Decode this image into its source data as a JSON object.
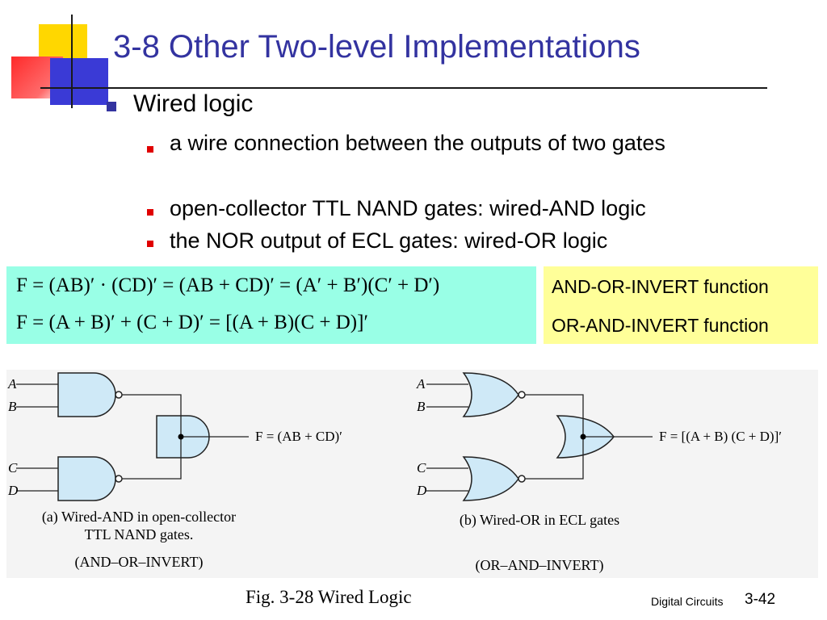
{
  "slide": {
    "title": "3-8 Other Two-level Implementations",
    "main_bullet": "Wired logic",
    "sub_bullets": [
      "a wire connection between the outputs of two gates",
      "open-collector TTL NAND gates: wired-AND logic",
      "the NOR output of ECL gates: wired-OR logic"
    ]
  },
  "equations": {
    "eq1": "F = (AB)′ · (CD)′ = (AB + CD)′ = (A′ + B′)(C′ + D′)",
    "eq2": "F = (A + B)′ + (C + D)′ = [(A + B)(C + D)]′"
  },
  "functions": {
    "f1": "AND-OR-INVERT function",
    "f2": "OR-AND-INVERT function"
  },
  "diagram_a": {
    "inputs": [
      "A",
      "B",
      "C",
      "D"
    ],
    "output": "F = (AB + CD)′",
    "caption_line1": "(a) Wired-AND in open-collector",
    "caption_line2": "TTL NAND gates.",
    "caption_sub": "(AND–OR–INVERT)"
  },
  "diagram_b": {
    "inputs": [
      "A",
      "B",
      "C",
      "D"
    ],
    "output": "F = [(A + B) (C + D)]′",
    "caption": "(b) Wired-OR in ECL gates",
    "caption_sub": "(OR–AND–INVERT)"
  },
  "figure_caption": "Fig. 3-28  Wired Logic",
  "footer": {
    "course": "Digital Circuits",
    "page": "3-42"
  },
  "colors": {
    "title": "#3333a0",
    "equation_box": "#99ffe6",
    "function_box": "#ffff99",
    "gate_fill": "#cfe9f7",
    "sub_bullet_marker": "#e00000"
  }
}
